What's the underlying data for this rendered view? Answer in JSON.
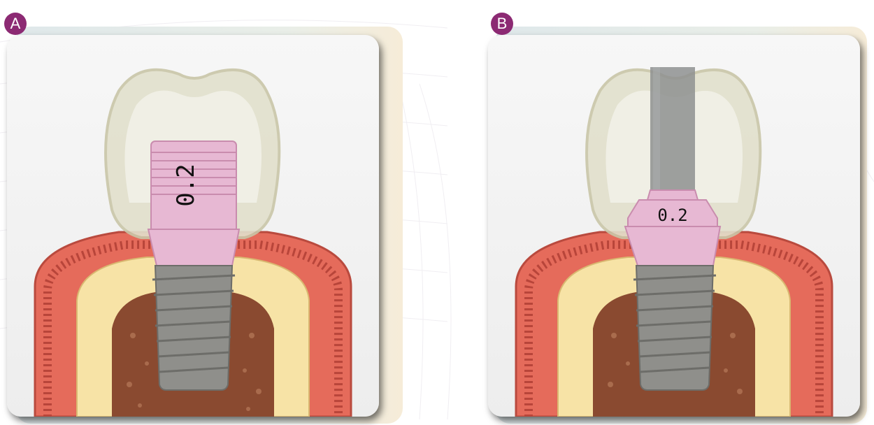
{
  "panels": [
    {
      "badge": "A",
      "abutment_marking": "0.2"
    },
    {
      "badge": "B",
      "abutment_marking": "0.2"
    }
  ],
  "colors": {
    "badge": "#8c2a73",
    "gingiva": "#e56b5b",
    "cortical_bone": "#f7e3a6",
    "cancellous_bone": "#8a4a30",
    "abutment": "#e7b8d3",
    "implant": "#8f8f8b",
    "crown": "#e2e0cc"
  }
}
